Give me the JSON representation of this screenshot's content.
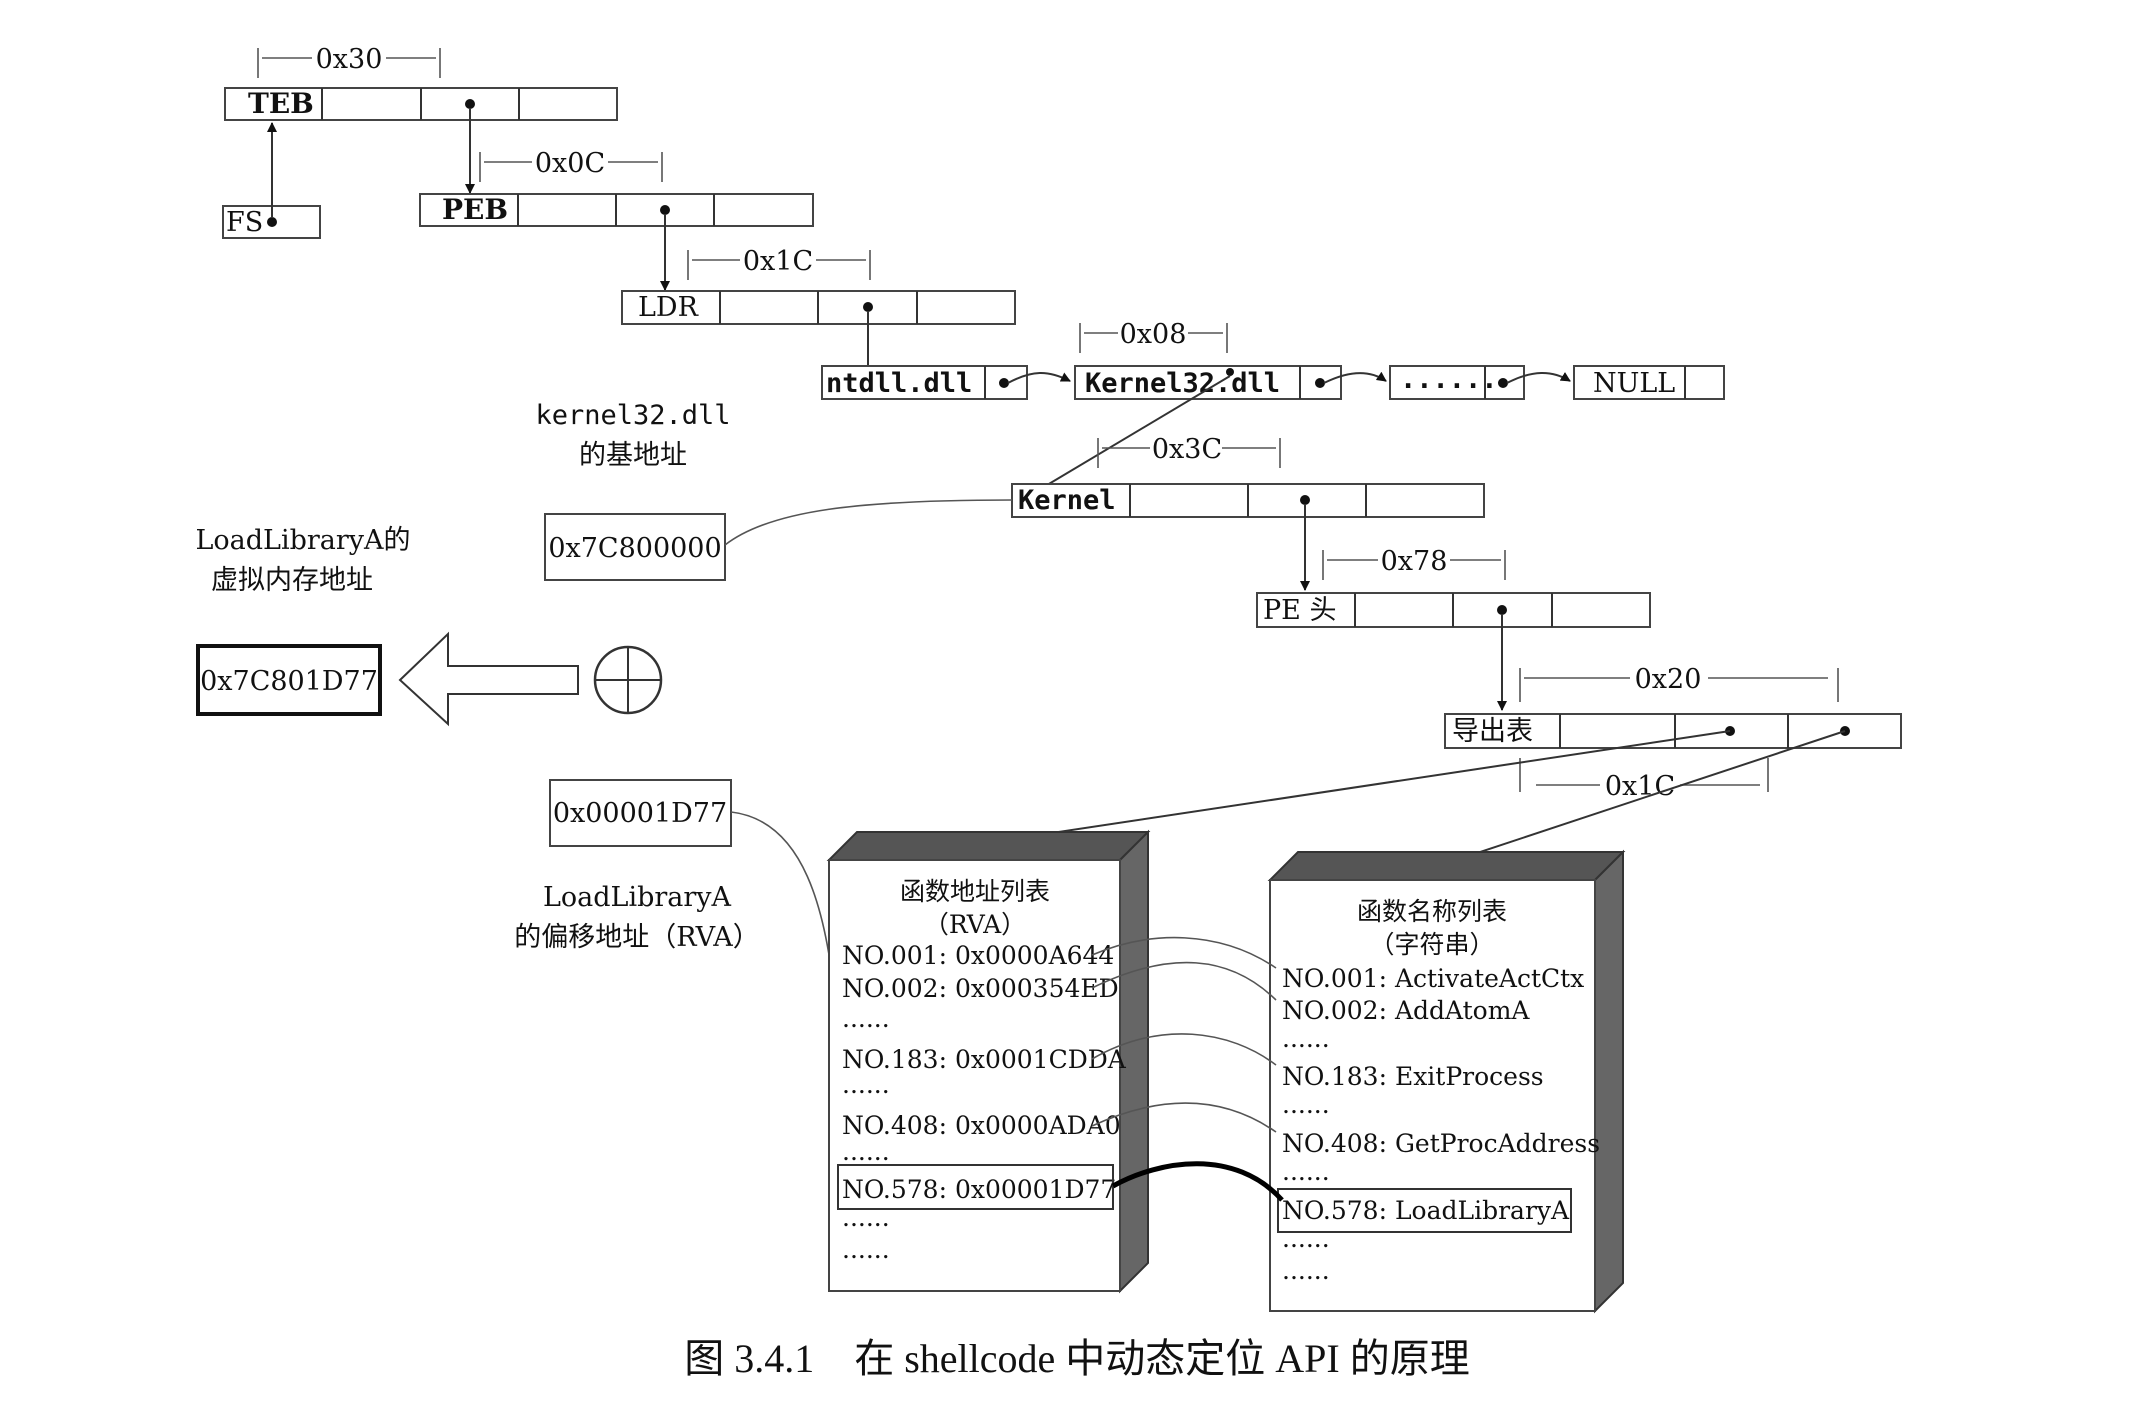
{
  "structures": {
    "teb": "TEB",
    "fs": "FS",
    "peb": "PEB",
    "ldr": "LDR",
    "ntdll": "ntdll.dll",
    "kernel32": "Kernel32.dll",
    "ellipsis": "......",
    "null": "NULL",
    "kernel": "Kernel",
    "pe_header": "PE 头",
    "export_table": "导出表"
  },
  "offsets": {
    "teb_peb": "0x30",
    "peb_ldr": "0x0C",
    "ldr_list": "0x1C",
    "list_base": "0x08",
    "pe_offset": "0x3C",
    "export_offset": "0x78",
    "names_offset": "0x20",
    "addr_offset": "0x1C"
  },
  "annotations": {
    "base_label_line1": "kernel32.dll",
    "base_label_line2": "的基地址",
    "base_value": "0x7C800000",
    "va_label_line1": "LoadLibraryA的",
    "va_label_line2": "虚拟内存地址",
    "va_value": "0x7C801D77",
    "rva_value": "0x00001D77",
    "rva_label_line1": "LoadLibraryA",
    "rva_label_line2": "的偏移地址（RVA）"
  },
  "address_table": {
    "title_line1": "函数地址列表",
    "title_line2": "（RVA）",
    "rows": [
      "NO.001: 0x0000A644",
      "NO.002: 0x000354ED",
      "......",
      "NO.183: 0x0001CDDA",
      "......",
      "NO.408: 0x0000ADA0",
      "......",
      "NO.578: 0x00001D77",
      "......",
      "......"
    ]
  },
  "name_table": {
    "title_line1": "函数名称列表",
    "title_line2": "（字符串）",
    "rows": [
      "NO.001: ActivateActCtx",
      "NO.002: AddAtomA",
      "......",
      "NO.183: ExitProcess",
      "......",
      "NO.408: GetProcAddress",
      "......",
      "NO.578: LoadLibraryA",
      "......",
      "......"
    ]
  },
  "caption": "图 3.4.1　在 shellcode 中动态定位 API 的原理"
}
